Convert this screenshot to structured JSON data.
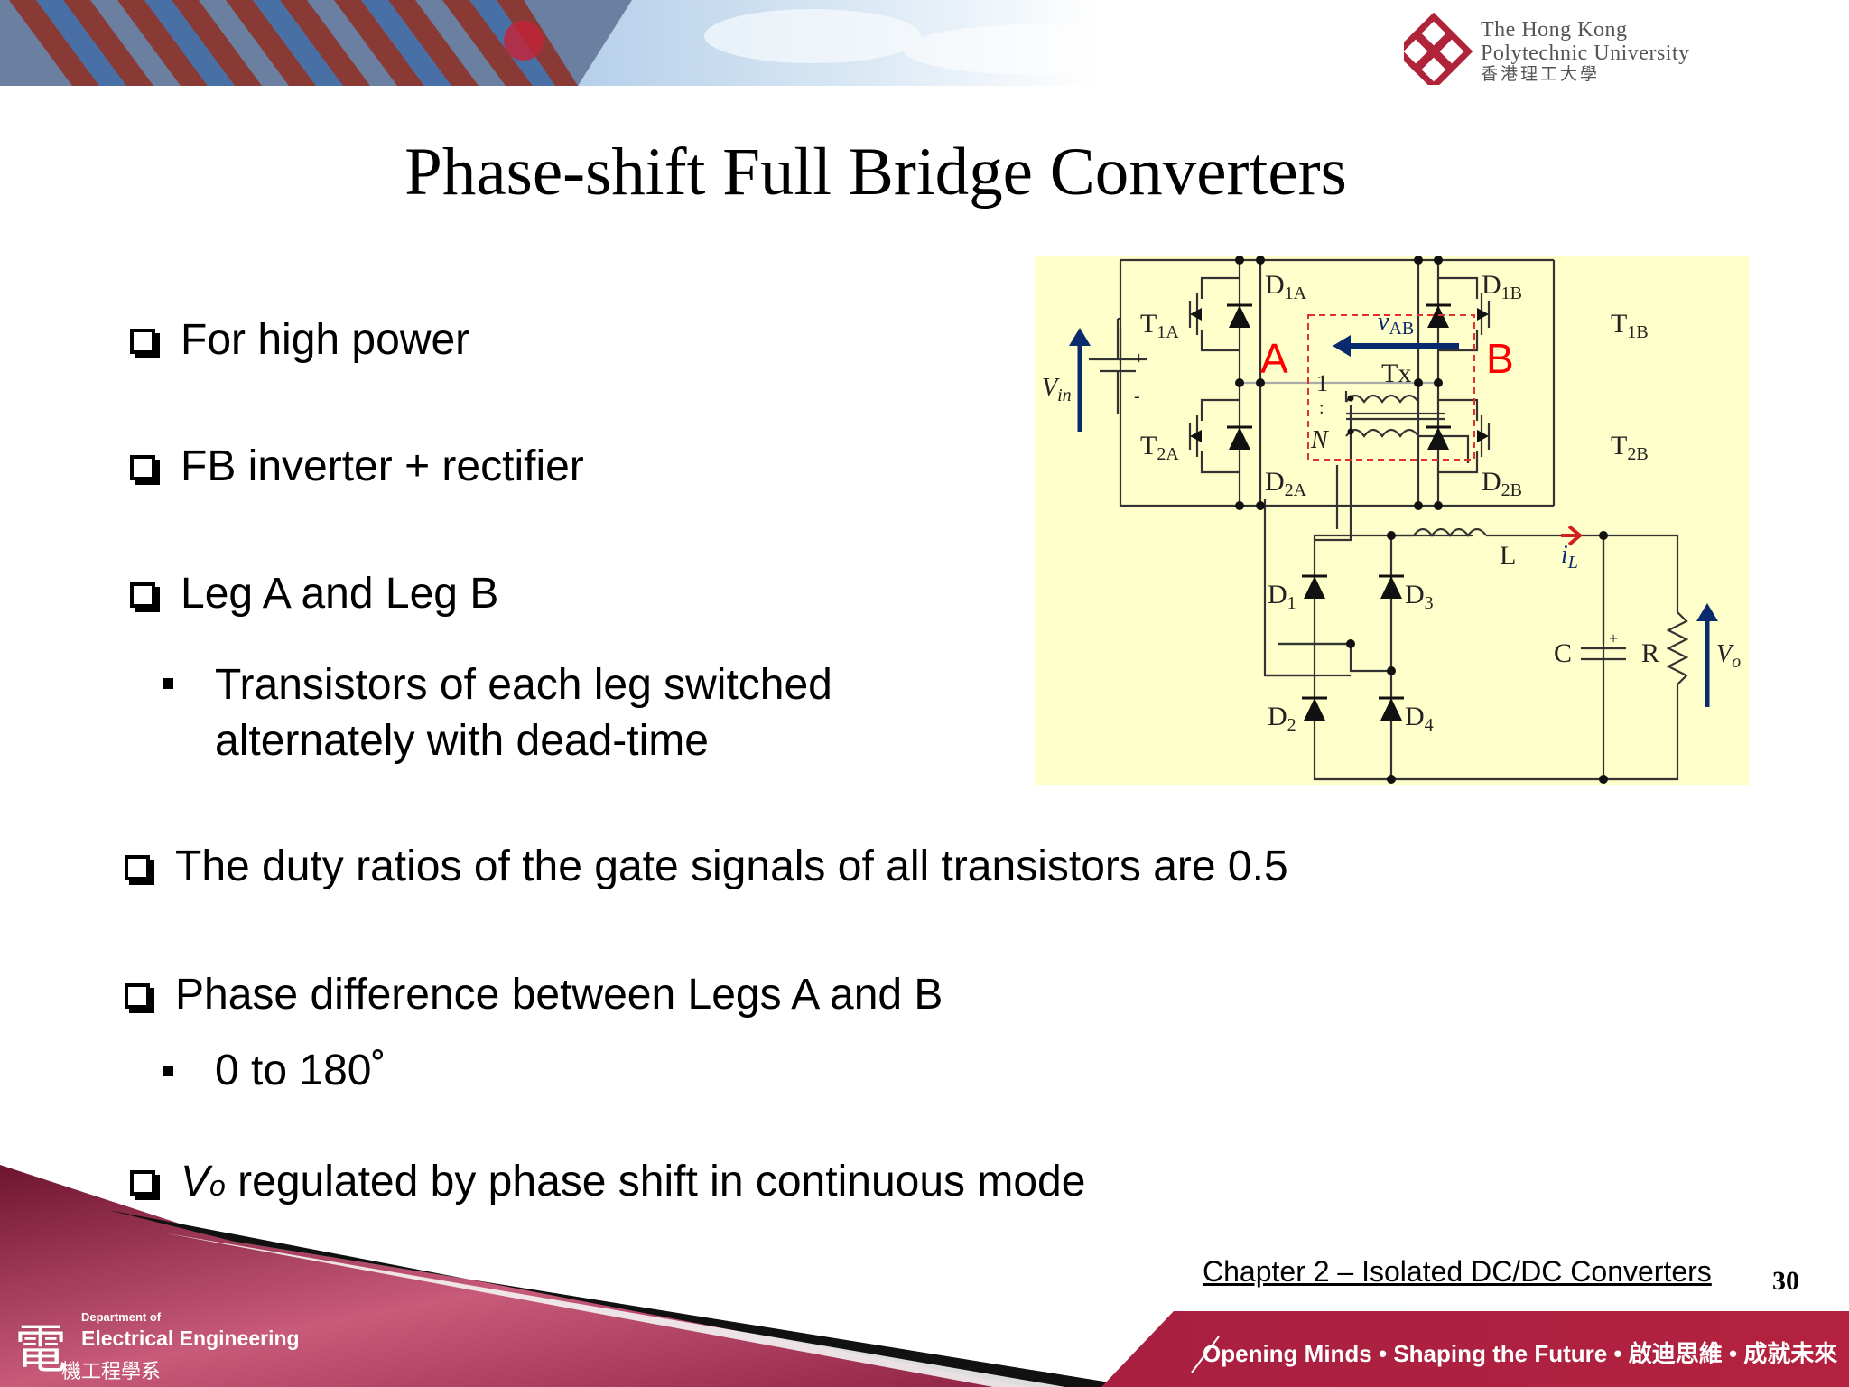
{
  "university": {
    "name_line1": "The Hong Kong",
    "name_line2": "Polytechnic University",
    "name_line3": "香港理工大學"
  },
  "slide": {
    "title": "Phase-shift Full Bridge Converters",
    "bullets": [
      {
        "text": "For high power"
      },
      {
        "text": "FB inverter + rectifier"
      },
      {
        "text": "Leg A and Leg B"
      },
      {
        "sub_line1": "Transistors of each leg switched",
        "sub_line2": "alternately with dead-time"
      },
      {
        "text": "The duty ratios of the gate signals of all transistors are 0.5"
      },
      {
        "text": "Phase difference between Legs A and B"
      },
      {
        "sub": "0 to 180˚"
      },
      {
        "var": "V",
        "var_sub": "o",
        "text": " regulated by phase shift in continuous mode"
      }
    ]
  },
  "circuit": {
    "vin": "V",
    "vin_sub": "in",
    "t1a": "T",
    "t1a_sub": "1A",
    "t2a": "T",
    "t2a_sub": "2A",
    "t1b": "T",
    "t1b_sub": "1B",
    "t2b": "T",
    "t2b_sub": "2B",
    "d1a": "D",
    "d1a_sub": "1A",
    "d2a": "D",
    "d2a_sub": "2A",
    "d1b": "D",
    "d1b_sub": "1B",
    "d2b": "D",
    "d2b_sub": "2B",
    "node_a": "A",
    "node_b": "B",
    "vab": "v",
    "vab_sub": "AB",
    "tx": "Tx",
    "ratio_1": "1",
    "ratio_n": "N",
    "inductor": "L",
    "il": "i",
    "il_sub": "L",
    "d1": "D",
    "d1_sub": "1",
    "d2": "D",
    "d2_sub": "2",
    "d3": "D",
    "d3_sub": "3",
    "d4": "D",
    "d4_sub": "4",
    "cap": "C",
    "res": "R",
    "vo": "V",
    "vo_sub": "o",
    "plus": "+",
    "minus": "-",
    "colors": {
      "background": "#ffffcc",
      "arrow": "#0a2a6e",
      "node_label": "#ff0000",
      "dashed_box": "#e03030"
    }
  },
  "footer": {
    "chapter": "Chapter 2 – Isolated DC/DC Converters",
    "page": "30",
    "dept_glyph": "電",
    "dept_line1": "Department of",
    "dept_line2": "Electrical Engineering",
    "dept_line3": "機工程學系",
    "slogan": "Opening Minds • Shaping the Future • 啟迪思維 • 成就未來"
  }
}
